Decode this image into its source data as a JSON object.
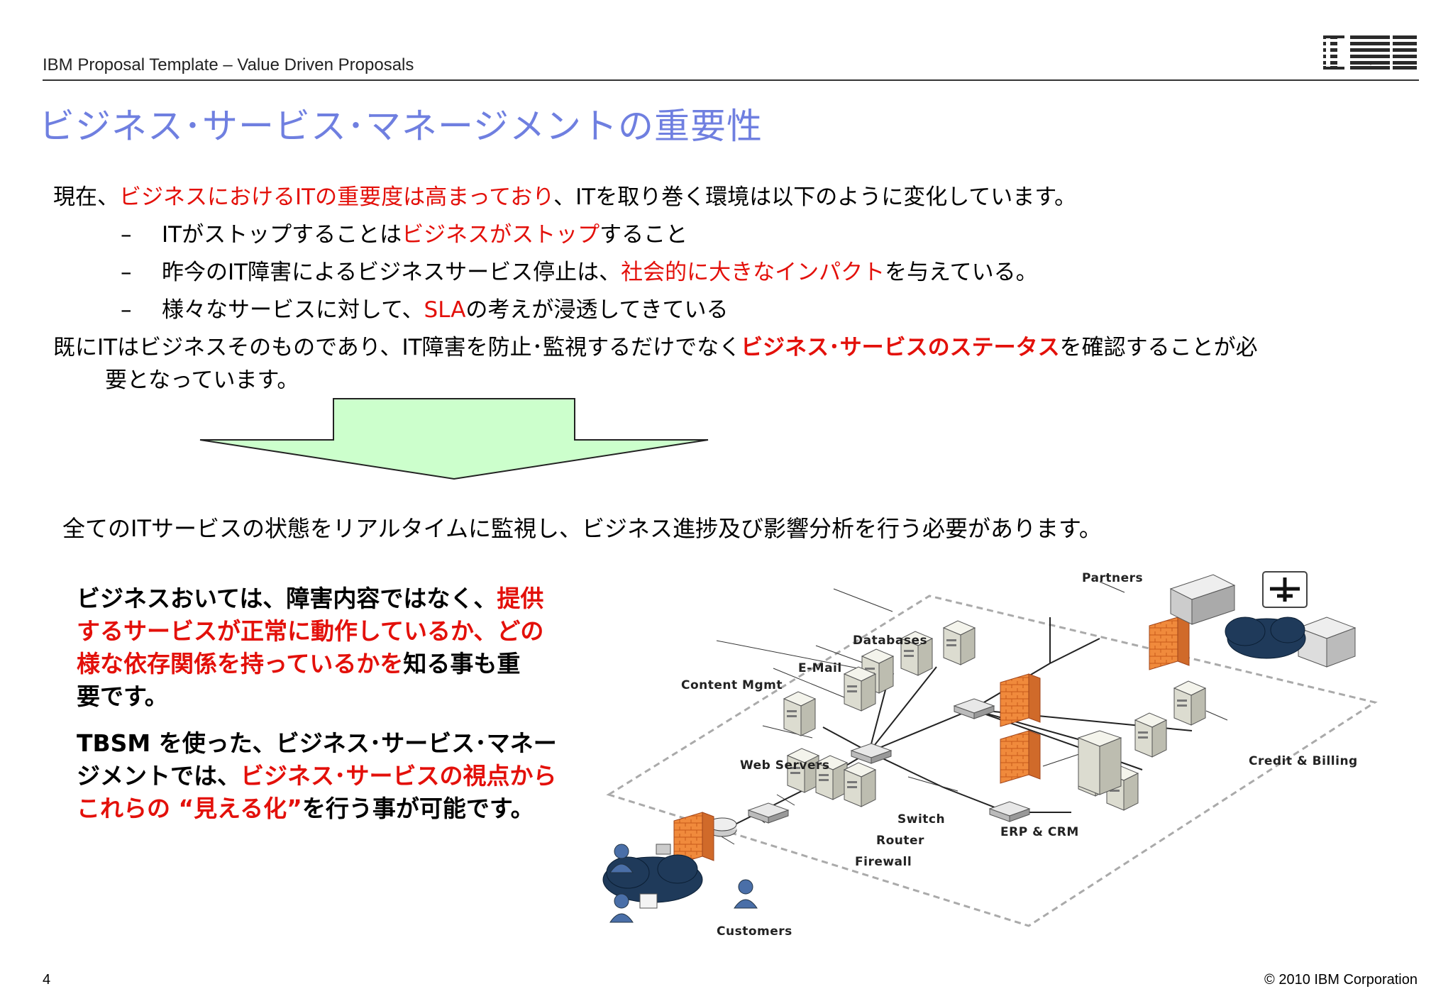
{
  "header": {
    "template_title": "IBM Proposal Template – Value Driven Proposals",
    "logo_text": "IBM"
  },
  "title": "ビジネス･サービス･マネージメントの重要性",
  "intro": {
    "p1": "現在、",
    "p2": "ビジネスにおけるITの重要度は高まっており",
    "p3": "、ITを取り巻く環境は以下のように変化しています。"
  },
  "bullets": [
    {
      "dash": "–",
      "a": "ITがストップすることは",
      "b": "ビジネスがストップ",
      "c": "すること"
    },
    {
      "dash": "–",
      "a": "昨今のIT障害によるビジネスサービス停止は、",
      "b": "社会的に大きなインパクト",
      "c": "を与えている。"
    },
    {
      "dash": "–",
      "a": "様々なサービスに対して、",
      "b": "SLA",
      "c": "の考えが浸透してきている"
    }
  ],
  "already": {
    "a": "既にITはビジネスそのものであり、IT障害を防止･監視するだけでなく",
    "b": "ビジネス･サービスのステータス",
    "c": "を確認することが必",
    "line2": "要となっています。"
  },
  "summary": "全てのITサービスの状態をリアルタイムに監視し、ビジネス進捗及び影響分析を行う必要があります。",
  "left_block": {
    "l1a": "ビジネスおいては、障害内容ではなく、",
    "l1b": "提供",
    "l2": "するサービスが正常に動作しているか、どの",
    "l3a": "様な依存関係を持っているかを",
    "l3b": "知る事も重",
    "l4": "要です。",
    "l5": "TBSM を使った、ビジネス･サービス･マネー",
    "l6a": "ジメントでは、",
    "l6b": "ビジネス･サービスの視点から",
    "l7a": "これらの “見える化”",
    "l7b": "を行う事が可能です。"
  },
  "diagram_labels": {
    "partners": "Partners",
    "databases": "Databases",
    "email": "E-Mail",
    "content": "Content Mgmt",
    "web": "Web Servers",
    "switch": "Switch",
    "router": "Router",
    "firewall": "Firewall",
    "erp": "ERP & CRM",
    "credit": "Credit & Billing",
    "customers": "Customers"
  },
  "footer": {
    "page_number": "4",
    "copyright": "© 2010 IBM Corporation"
  },
  "colors": {
    "title": "#6f7fe0",
    "highlight": "#e3100a",
    "arrow_fill": "#ccffcc",
    "firewall": "#f08a3c"
  }
}
